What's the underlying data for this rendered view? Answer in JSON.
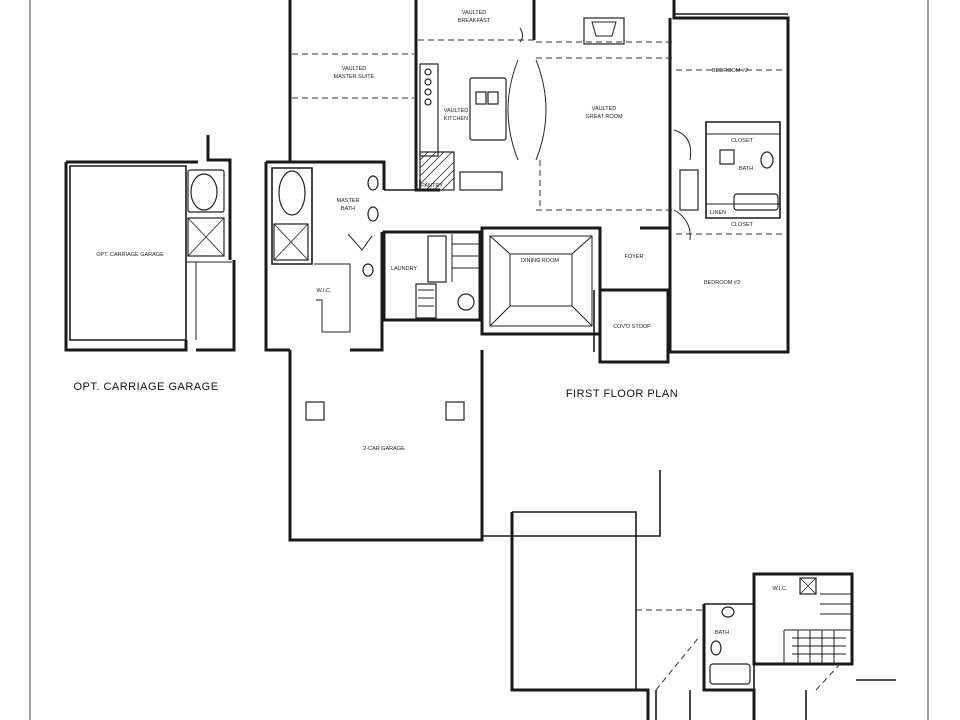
{
  "titles": {
    "first_floor_plan": "FIRST FLOOR PLAN",
    "opt_carriage_garage": "OPT. CARRIAGE GARAGE"
  },
  "rooms": {
    "vaulted_breakfast_1": "VAULTED",
    "vaulted_breakfast_2": "BREAKFAST",
    "vaulted_master_suite_1": "VAULTED",
    "vaulted_master_suite_2": "MASTER SUITE",
    "vaulted_kitchen_1": "VAULTED",
    "vaulted_kitchen_2": "KITCHEN",
    "vaulted_great_room_1": "VAULTED",
    "vaulted_great_room_2": "GREAT ROOM",
    "bedroom_2": "BEDROOM #2",
    "bedroom_3": "BEDROOM #3",
    "closet_1": "CLOSET",
    "closet_2": "CLOSET",
    "bath_1": "BATH",
    "linen": "LINEN",
    "master_bath_1": "MASTER",
    "master_bath_2": "BATH",
    "wic_master": "W.I.C.",
    "laundry": "LAUNDRY",
    "dining_room": "DINING ROOM",
    "foyer": "FOYER",
    "covd_stoop": "COV'D STOOP",
    "pantry": "PANTRY",
    "two_car_garage": "2-CAR GARAGE",
    "opt_carriage_garage_room": "OPT. CARRIAGE GARAGE",
    "wic_upper": "W.I.C.",
    "bath_upper": "BATH"
  }
}
